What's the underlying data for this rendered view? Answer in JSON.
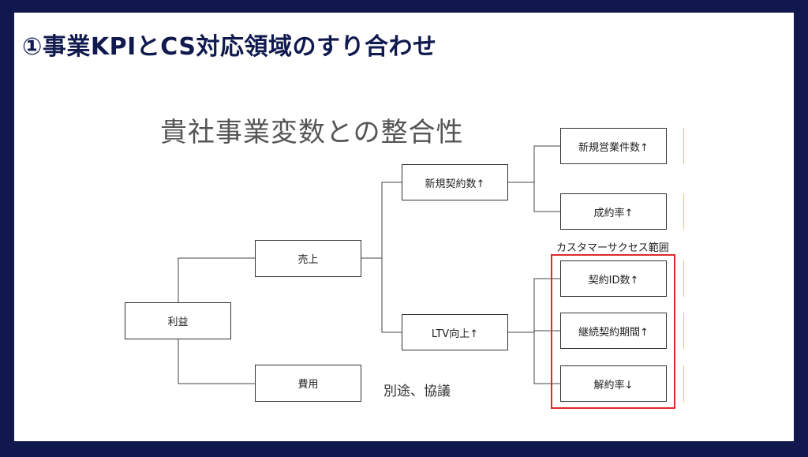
{
  "slide": {
    "title": "①事業KPIとCS対応領域のすり合わせ"
  },
  "diagram": {
    "heading": "貴社事業変数との整合性",
    "nodes": {
      "profit": "利益",
      "sales": "売上",
      "cost": "費用",
      "new_contracts": "新規契約数↑",
      "ltv": "LTV向上↑",
      "new_deals": "新規営業件数↑",
      "close_rate": "成約率↑",
      "contract_ids": "契約ID数↑",
      "contract_period": "継続契約期間↑",
      "churn_rate": "解約率↓"
    },
    "cs_scope_label": "カスタマーサクセス範囲",
    "cost_note": "別途、協議",
    "colors": {
      "frame": "#10184d",
      "title": "#111a4e",
      "cs_scope_border": "#e02a2a",
      "accent_tick": "#f2c07c"
    }
  }
}
